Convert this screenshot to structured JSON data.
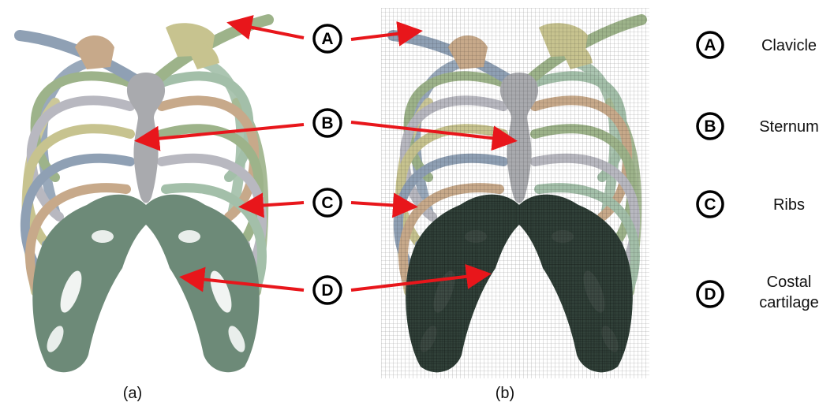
{
  "figure": {
    "panels": [
      {
        "id": "a",
        "caption": "(a)",
        "style": "shaded"
      },
      {
        "id": "b",
        "caption": "(b)",
        "style": "mesh"
      }
    ],
    "legend": [
      {
        "letter": "A",
        "label": [
          "Clavicle"
        ]
      },
      {
        "letter": "B",
        "label": [
          "Sternum"
        ]
      },
      {
        "letter": "C",
        "label": [
          "Ribs"
        ]
      },
      {
        "letter": "D",
        "label": [
          "Costal",
          "cartilage"
        ]
      }
    ],
    "colors": {
      "arrow": "#e8161b",
      "badge_fill": "#ffffff",
      "badge_stroke": "#000000",
      "sternum": "#a9aaae",
      "cartilage": "#6d8a78",
      "mesh_cartilage": "#2b3a33",
      "rib_palette": [
        "#8fa0b4",
        "#9db38a",
        "#c7c38f",
        "#c7a98a",
        "#b8b8c0",
        "#a3bfa9"
      ]
    }
  }
}
